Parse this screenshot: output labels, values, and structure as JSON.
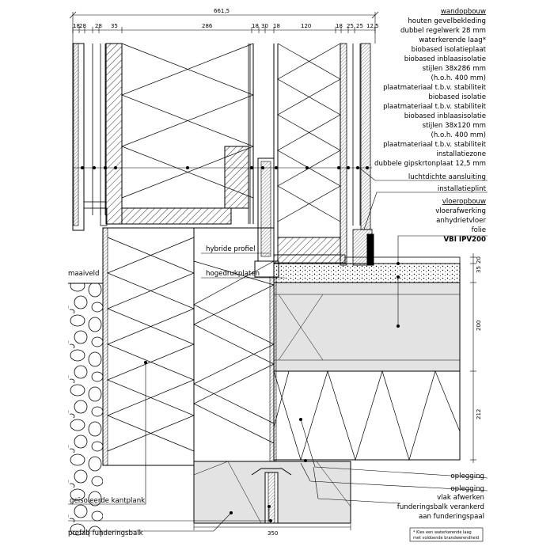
{
  "drawing": {
    "top_dimensions": {
      "overall": "661,5",
      "segments": [
        "18",
        "28",
        "28",
        "35",
        "286",
        "18",
        "30",
        "18",
        "120",
        "18",
        "25",
        "25",
        "12,5"
      ]
    },
    "right_dimensions": [
      "35",
      "20",
      "200",
      "212"
    ],
    "bottom_dimension": "350",
    "wall_layers": [
      "wandopbouw",
      "houten gevelbekleding",
      "dubbel regelwerk 28 mm",
      "waterkerende laag*",
      "biobased isolatieplaat",
      "biobased inblaasisolatie",
      "stijlen 38x286 mm",
      "(h.o.h. 400 mm)",
      "plaatmateriaal t.b.v. stabiliteit",
      "biobased isolatie",
      "plaatmateriaal t.b.v. stabiliteit",
      "biobased inblaasisolatie",
      "stijlen 38x120 mm",
      "(h.o.h. 400 mm)",
      "plaatmateriaal t.b.v. stabiliteit",
      "installatiezone",
      "dubbele gipskrtonplaat 12,5 mm"
    ],
    "labels": {
      "luchtdicht": "luchtdichte aansluiting",
      "installatieplint": "installatieplint",
      "vloeropbouw": "vloeropbouw",
      "vloerafwerking": "vloerafwerking",
      "anhydrietvloer": "anhydrietvloer",
      "folie": "folie",
      "vbi": "VBI IPV200",
      "hybride": "hybride profiel",
      "hogedruk": "hogedrukplaten",
      "maaiveld": "maaiveld",
      "oplegging1": "oplegging",
      "oplegging2": "oplegging",
      "vlak_afwerken": "vlak afwerken",
      "verankerd": "funderingsbalk verankerd",
      "funderingspaal": "aan funderingspaal",
      "kantplank": "geïsoleerde kantplank",
      "prefab": "prefab funderingsbalk"
    },
    "footnote": [
      "* Kies een waterkerende laag",
      "met voldoende brandwerendheid"
    ]
  }
}
